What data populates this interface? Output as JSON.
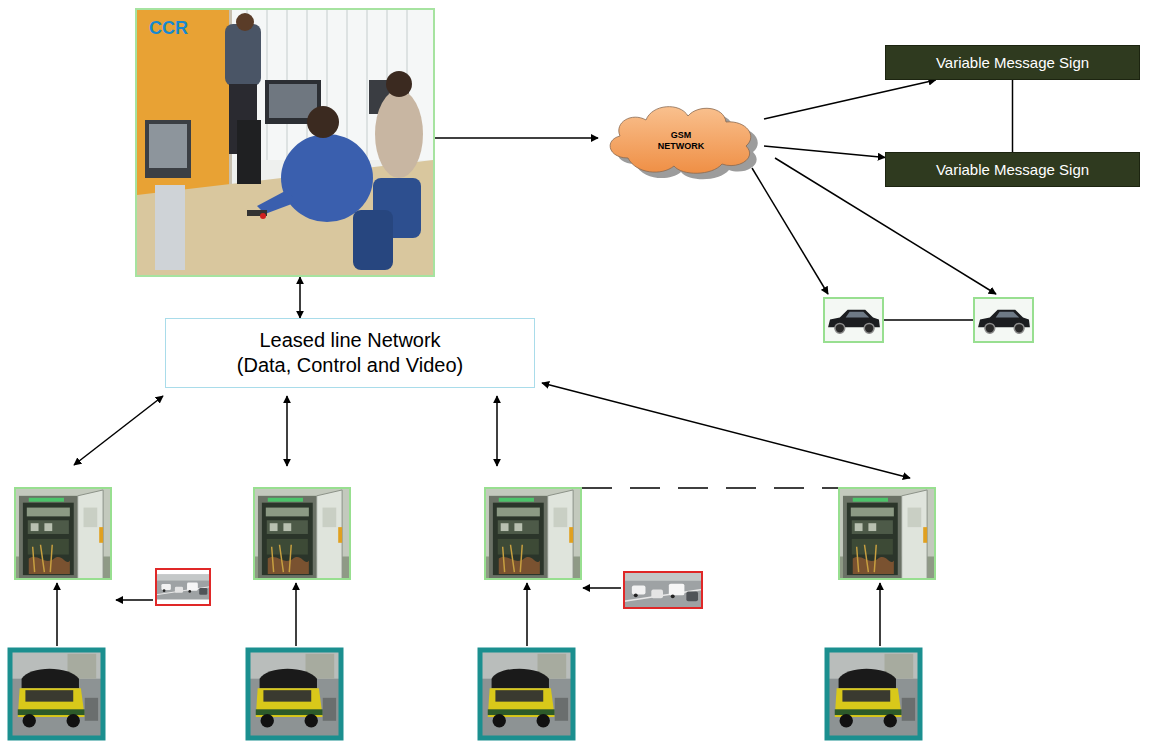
{
  "diagram": {
    "nodes": [
      {
        "text": [
          "CCR"
        ]
      },
      {
        "text": [
          "GSM NETWORK"
        ]
      },
      {
        "text": [
          "Variable Message Sign"
        ]
      },
      {
        "text": [
          "Variable Message Sign"
        ]
      },
      {
        "text": [
          "Leased line Network (Data, Control and Video)"
        ]
      }
    ],
    "edges": [
      {
        "from": 0,
        "to": 1,
        "arrow": "to"
      },
      {
        "from": 1,
        "to": 2,
        "arrow": "to"
      },
      {
        "from": 1,
        "to": 3,
        "arrow": "to"
      },
      {
        "from": 2,
        "to": 3,
        "arrow": "none"
      },
      {
        "from": 0,
        "to": 4,
        "arrow": "both"
      }
    ]
  }
}
